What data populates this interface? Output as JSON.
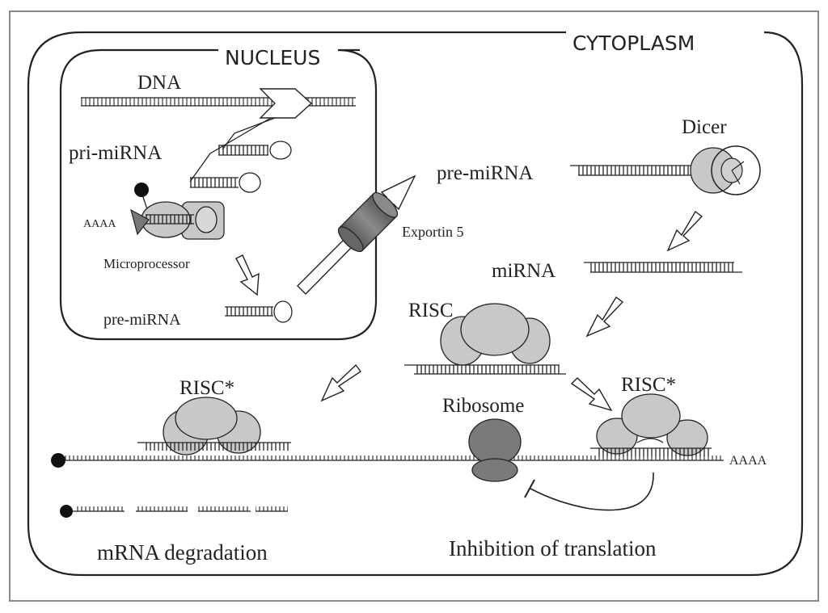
{
  "labels": {
    "nucleus": "NUCLEUS",
    "cytoplasm": "CYTOPLASM",
    "dna": "DNA",
    "pri_mirna": "pri-miRNA",
    "aaaa_left": "AAAA",
    "microprocessor": "Microprocessor",
    "pre_mirna_nucleus": "pre-miRNA",
    "exportin": "Exportin 5",
    "pre_mirna_cyto": "pre-miRNA",
    "dicer": "Dicer",
    "mirna": "miRNA",
    "risc": "RISC",
    "risc_star_left": "RISC*",
    "risc_star_right": "RISC*",
    "ribosome": "Ribosome",
    "aaaa_right": "AAAA",
    "mrna_degradation": "mRNA degradation",
    "inhibition": "Inhibition of translation"
  }
}
